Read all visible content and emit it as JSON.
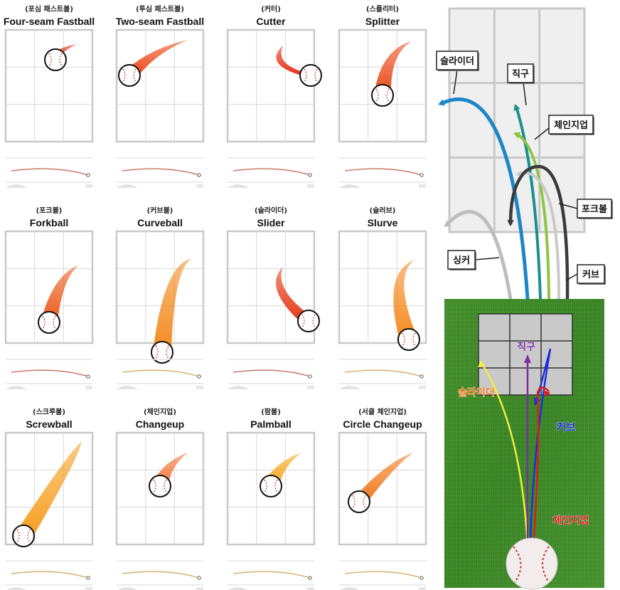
{
  "pitches": [
    {
      "ko": "(포심 패스트볼)",
      "en": "Four-seam Fastball",
      "color": "#e8361a"
    },
    {
      "ko": "(투심 패스트볼)",
      "en": "Two-seam Fastball",
      "color": "#ec4a1a"
    },
    {
      "ko": "(커터)",
      "en": "Cutter",
      "color": "#e53218"
    },
    {
      "ko": "(스플리터)",
      "en": "Splitter",
      "color": "#ea4a1b"
    },
    {
      "ko": "(포크볼)",
      "en": "Forkball",
      "color": "#ec5a1c"
    },
    {
      "ko": "(커브볼)",
      "en": "Curveball",
      "color": "#f38a1e"
    },
    {
      "ko": "(슬라이더)",
      "en": "Slider",
      "color": "#e53a18"
    },
    {
      "ko": "(슬러브)",
      "en": "Slurve",
      "color": "#f48c20"
    },
    {
      "ko": "(스크루볼)",
      "en": "Screwball",
      "color": "#f6a024"
    },
    {
      "ko": "(체인지업)",
      "en": "Changeup",
      "color": "#f2783a"
    },
    {
      "ko": "(팜볼)",
      "en": "Palmball",
      "color": "#f8a822"
    },
    {
      "ko": "(서클 체인지업)",
      "en": "Circle Changeup",
      "color": "#f07a1e"
    }
  ],
  "right_diagram": {
    "labels": [
      "슬라이더",
      "직구",
      "체인지업",
      "포크볼",
      "싱커",
      "커브"
    ],
    "colors": {
      "slider": "#1b86c8",
      "fastball": "#1a8f8f",
      "changeup": "#8cc63f",
      "forkball": "#3b3b3b",
      "sinker": "#bdbdbd",
      "curve": "#555555",
      "grid": "#c8c8c8"
    }
  },
  "field_diagram": {
    "labels": [
      "직구",
      "슬라이더",
      "커브",
      "체인지업"
    ],
    "colors": {
      "fastball": "#7a2ea0",
      "slider": "#f2ee3a",
      "curve": "#1a2fe0",
      "changeup": "#e01a1a",
      "sliderText": "#f07a1a",
      "grass": "#3f8f2a"
    }
  }
}
